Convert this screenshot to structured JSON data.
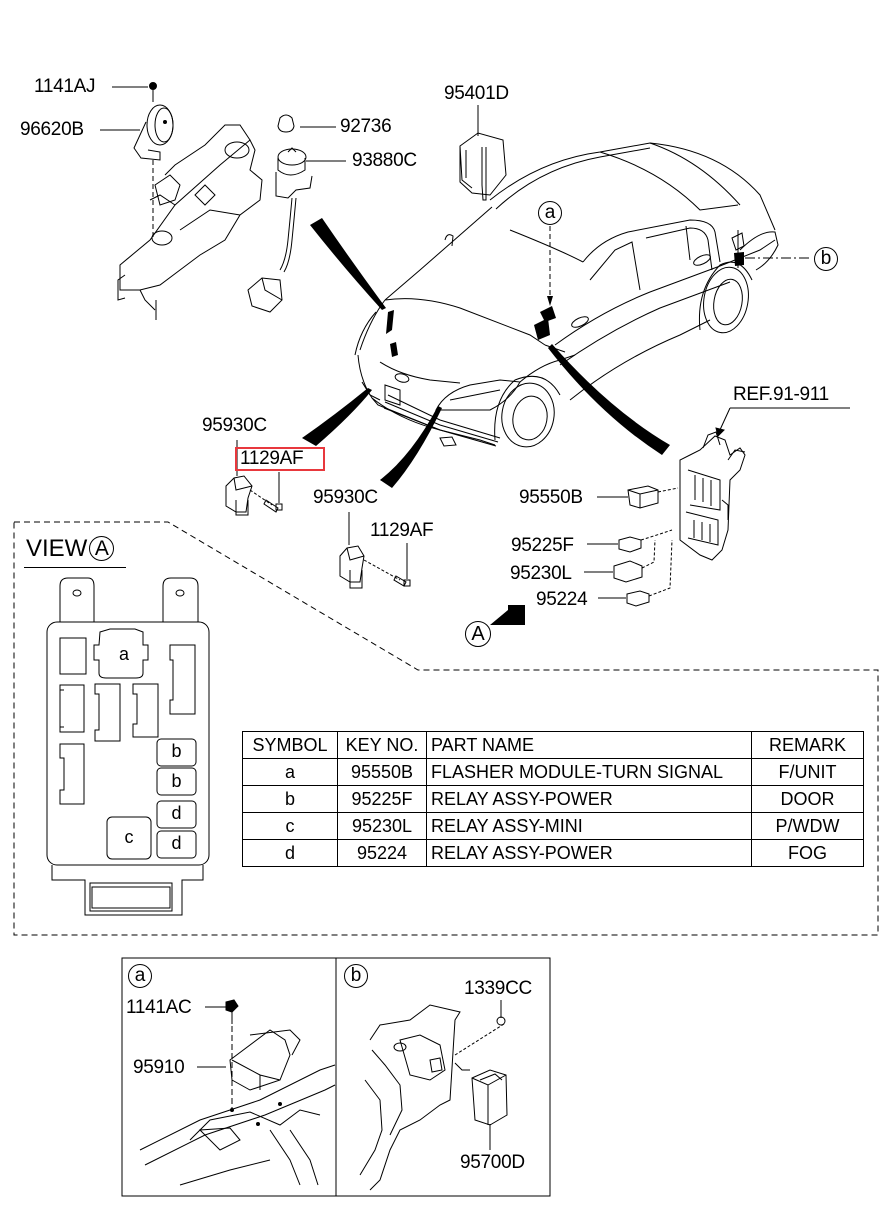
{
  "diagram": {
    "type": "parts-exploded-view",
    "subject": "Sedan electrical module / relay locations",
    "highlight_color": "#e8383d"
  },
  "callouts": {
    "horn_bolt": "1141AJ",
    "horn": "96620B",
    "cap": "92736",
    "hood_switch": "93880C",
    "module_top": "95401D",
    "ref": "REF.91-911",
    "sensor_left": "95930C",
    "sensor_left_bolt": "1129AF",
    "sensor_right": "95930C",
    "sensor_right_bolt": "1129AF",
    "flasher": "95550B",
    "relay_power": "95225F",
    "relay_mini": "95230L",
    "relay_fog": "95224",
    "detail_a_bolt": "1141AC",
    "detail_a_module": "95910",
    "detail_b_nut": "1339CC",
    "detail_b_module": "95700D"
  },
  "markers": {
    "a": "a",
    "b": "b",
    "view_arrow": "A"
  },
  "view_a": {
    "title": "VIEW",
    "title_circle": "A",
    "slots": [
      "a",
      "b",
      "b",
      "d",
      "d",
      "c"
    ]
  },
  "table": {
    "headers": [
      "SYMBOL",
      "KEY NO.",
      "PART NAME",
      "REMARK"
    ],
    "rows": [
      [
        "a",
        "95550B",
        "FLASHER MODULE-TURN SIGNAL",
        "F/UNIT"
      ],
      [
        "b",
        "95225F",
        "RELAY ASSY-POWER",
        "DOOR"
      ],
      [
        "c",
        "95230L",
        "RELAY ASSY-MINI",
        "P/WDW"
      ],
      [
        "d",
        "95224",
        "RELAY ASSY-POWER",
        "FOG"
      ]
    ]
  },
  "details": {
    "a": "a",
    "b": "b"
  }
}
